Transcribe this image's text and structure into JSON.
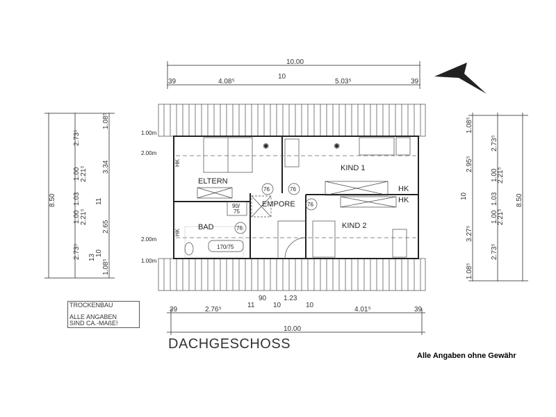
{
  "title": "DACHGESCHOSS",
  "disclaimer": "Alle Angaben ohne Gewähr",
  "note": {
    "line1": "TROCKENBAU",
    "line2": "ALLE ANGABEN",
    "line3": "SIND CA.-MAßE!"
  },
  "rooms": {
    "eltern": "ELTERN",
    "kind1": "KIND 1",
    "kind2": "KIND 2",
    "empore": "EMPORE",
    "bad": "BAD"
  },
  "fixtures": {
    "door_width": "76",
    "shower": "90/",
    "shower2": "75",
    "bathtub": "170/75",
    "heater": "HK"
  },
  "levels": {
    "top_1m": "1.00m",
    "top_2m": "2.00m",
    "bottom_2m": "2.00m",
    "bottom_1m": "1.00m"
  },
  "top_dims": {
    "total": "10.00",
    "segments": [
      "39",
      "4.08⁵",
      "10",
      "5.03⁵",
      "39"
    ]
  },
  "bottom_dims": {
    "stair_a": "90",
    "stair_b": "1.23",
    "segments": [
      "39",
      "2.76⁵",
      "11",
      "10",
      "10",
      "4.01⁵",
      "39"
    ],
    "total": "10.00"
  },
  "left_dims": {
    "total": "8.50",
    "middle": [
      "2.73⁵",
      "1.00",
      "2.21⁵",
      "1.03",
      "1.00",
      "2.21⁵",
      "2.73⁵"
    ],
    "inner": [
      "1.08⁵",
      "3.34",
      "11",
      "2.65",
      "10",
      "13",
      "1.08⁵"
    ]
  },
  "right_dims": {
    "total": "8.50",
    "middle": [
      "2.73⁵",
      "1.00",
      "2.21⁵",
      "1.03",
      "1.00",
      "2.21⁵",
      "2.73⁵"
    ],
    "inner": [
      "1.08⁵",
      "2.95⁵",
      "10",
      "3.27⁵",
      "1.08⁵"
    ]
  }
}
